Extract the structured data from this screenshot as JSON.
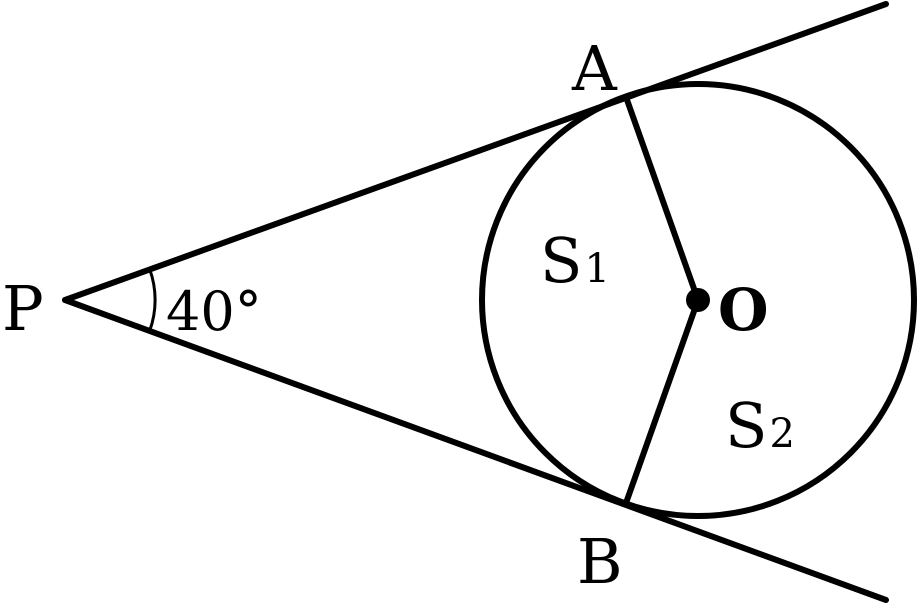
{
  "labels": {
    "point_a": "A",
    "point_b": "B",
    "point_p": "P",
    "center_o": "O",
    "angle_value": "40°",
    "region_1_letter": "S",
    "region_1_index": "1",
    "region_2_letter": "S",
    "region_2_index": "2"
  },
  "colors": {
    "line": "#000000",
    "background": "#ffffff"
  }
}
